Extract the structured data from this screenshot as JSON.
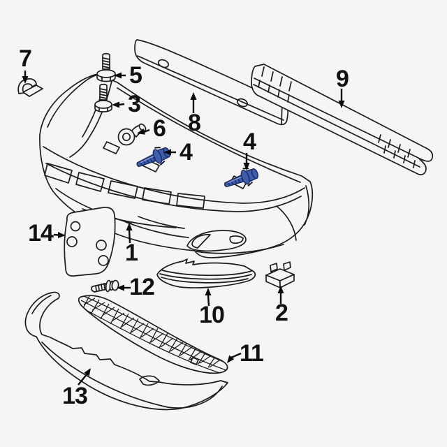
{
  "page": {
    "background_color": "#f5f5f5"
  },
  "diagram": {
    "type": "exploded-parts-diagram",
    "subject": "front-bumper-assembly",
    "line_color": "#1c1c1c",
    "hardware_highlight_color": "#3e5dad",
    "hardware_highlight_outline": "#1b2d63",
    "hardware_highlight_light": "#8aa3dc",
    "callouts": [
      {
        "number": "1",
        "part": "front-bumper-cover"
      },
      {
        "number": "2",
        "part": "tow-hook-cover-bracket"
      },
      {
        "number": "3",
        "part": "screw-with-washer"
      },
      {
        "number": "4",
        "part": "mounting-bolt-highlighted",
        "instances": 2
      },
      {
        "number": "5",
        "part": "screw-with-washer"
      },
      {
        "number": "6",
        "part": "grommet-fastener"
      },
      {
        "number": "7",
        "part": "retainer-clip"
      },
      {
        "number": "8",
        "part": "bumper-impact-bar"
      },
      {
        "number": "9",
        "part": "bumper-energy-absorber"
      },
      {
        "number": "10",
        "part": "fog-lamp-trim-panel"
      },
      {
        "number": "11",
        "part": "lower-grille-mesh"
      },
      {
        "number": "12",
        "part": "push-pin-retainer"
      },
      {
        "number": "13",
        "part": "front-valance-spoiler"
      },
      {
        "number": "14",
        "part": "license-plate-bracket"
      }
    ]
  }
}
